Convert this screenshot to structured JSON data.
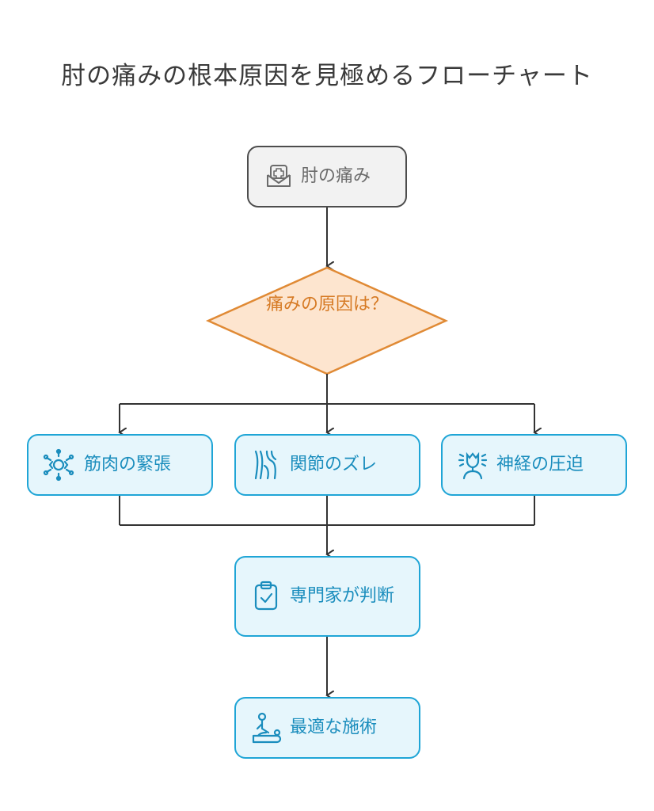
{
  "title": "肘の痛みの根本原因を見極めるフローチャート",
  "nodes": {
    "start": "肘の痛み",
    "decision": "痛みの原因は？",
    "muscle": "筋肉の緊張",
    "joint": "関節のズレ",
    "nerve": "神経の圧迫",
    "expert": "専門家が判断",
    "treatment": "最適な施術"
  },
  "colors": {
    "gray_border": "#4d4d4d",
    "gray_fill": "#f2f2f2",
    "blue_border": "#1fa5d6",
    "blue_fill": "#e6f6fc",
    "decision_border": "#e08a35",
    "decision_fill": "#fde5cf",
    "connector": "#333333"
  },
  "icons": {
    "start": "medical-kit-icon",
    "muscle": "gear-muscle-icon",
    "joint": "joint-bone-icon",
    "nerve": "nerve-head-icon",
    "expert": "clipboard-check-icon",
    "treatment": "massage-therapy-icon"
  }
}
